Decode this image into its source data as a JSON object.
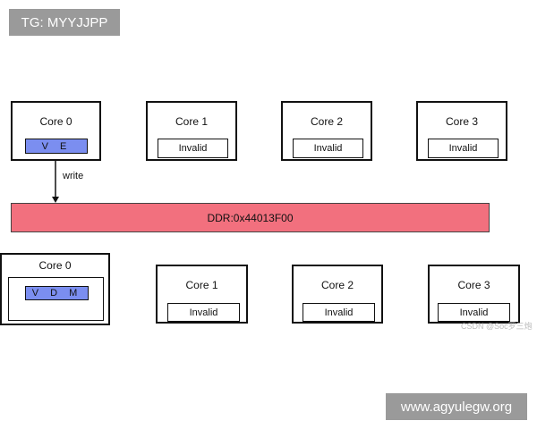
{
  "watermarks": {
    "top_left": "TG: MYYJJPP",
    "bottom_right": "www.agyulegw.org"
  },
  "top_row": [
    {
      "core": "Core 0",
      "status": "V E"
    },
    {
      "core": "Core 1",
      "status": "Invalid"
    },
    {
      "core": "Core 2",
      "status": "Invalid"
    },
    {
      "core": "Core 3",
      "status": "Invalid"
    }
  ],
  "arrow_label": "write",
  "ddr_label": "DDR:0x44013F00",
  "bottom_row": [
    {
      "core": "Core 0",
      "status": "V D M"
    },
    {
      "core": "Core 1",
      "status": "Invalid"
    },
    {
      "core": "Core 2",
      "status": "Invalid"
    },
    {
      "core": "Core 3",
      "status": "Invalid"
    }
  ],
  "corner_mark": "CSDN @Soc罗三炮",
  "colors": {
    "highlight": "#7b8ef0",
    "ddr": "#f2707e",
    "watermark_bg": "#9a9a9a"
  }
}
